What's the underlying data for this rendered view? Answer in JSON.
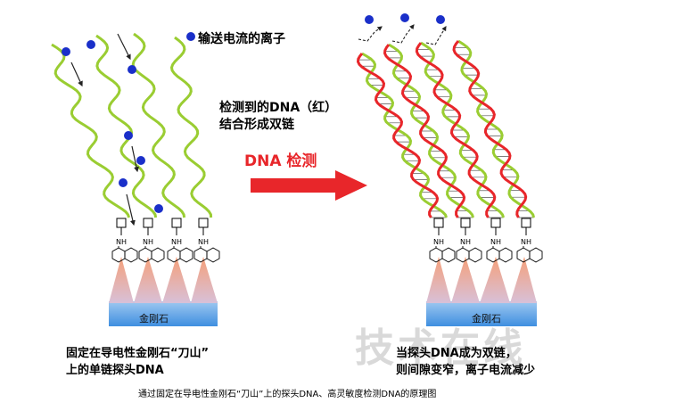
{
  "legend": {
    "ion_label": "输送电流的离子"
  },
  "detection": {
    "line1": "检测到的DNA（红）",
    "line2": "结合形成双链"
  },
  "arrow": {
    "title": "DNA 检测"
  },
  "left_panel": {
    "diamond_label": "金刚石",
    "caption_line1": "固定在导电性金刚石“刀山”",
    "caption_line2": "上的单链探头DNA"
  },
  "right_panel": {
    "diamond_label": "金刚石",
    "caption_line1": "当探头DNA成为双链，",
    "caption_line2": "则间隙变窄，离子电流减少"
  },
  "molecule": {
    "group_label": "NH"
  },
  "bottom_caption": "通过固定在导电性金刚石“刀山”上的探头DNA、高灵敏度检测DNA的原理图",
  "watermark": "技术在线",
  "colors": {
    "probe_strand": "#9acd32",
    "target_strand": "#e8262a",
    "ion": "#1a2fc9",
    "arrow_red": "#e8262a",
    "diamond_top": "#f5a07a",
    "diamond_base": "#3f8fe0"
  }
}
